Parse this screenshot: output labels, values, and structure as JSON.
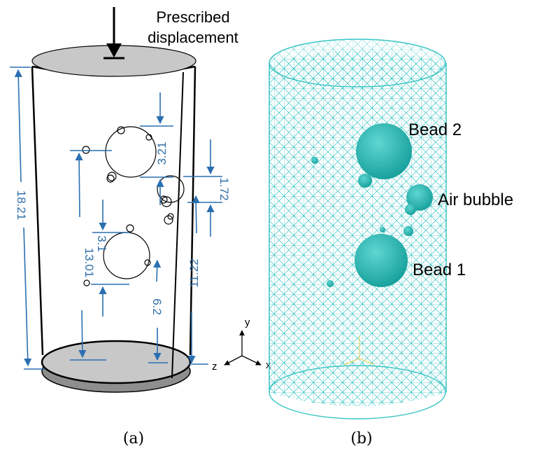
{
  "panel_a": {
    "load_label_line1": "Prescribed",
    "load_label_line2": "displacement",
    "dimensions": {
      "height_total": "18.21",
      "bead_upper_size": "3.21",
      "bubble_size": "1.72",
      "bead_upper_elev": "13.01",
      "bead_lower_size": "3.1",
      "bubble_elev": "11.22",
      "bead_lower_elev": "6.2"
    },
    "axes": {
      "x": "x",
      "y": "y",
      "z": "z"
    },
    "caption": "(a)"
  },
  "panel_b": {
    "labels": {
      "bead2": "Bead 2",
      "air_bubble": "Air bubble",
      "bead1": "Bead 1"
    },
    "caption": "(b)"
  },
  "colors": {
    "mesh": "#38c4c4",
    "sphere": "#22b7b3",
    "dimension": "#2a6fb0",
    "plate": "#c8c8c8"
  }
}
